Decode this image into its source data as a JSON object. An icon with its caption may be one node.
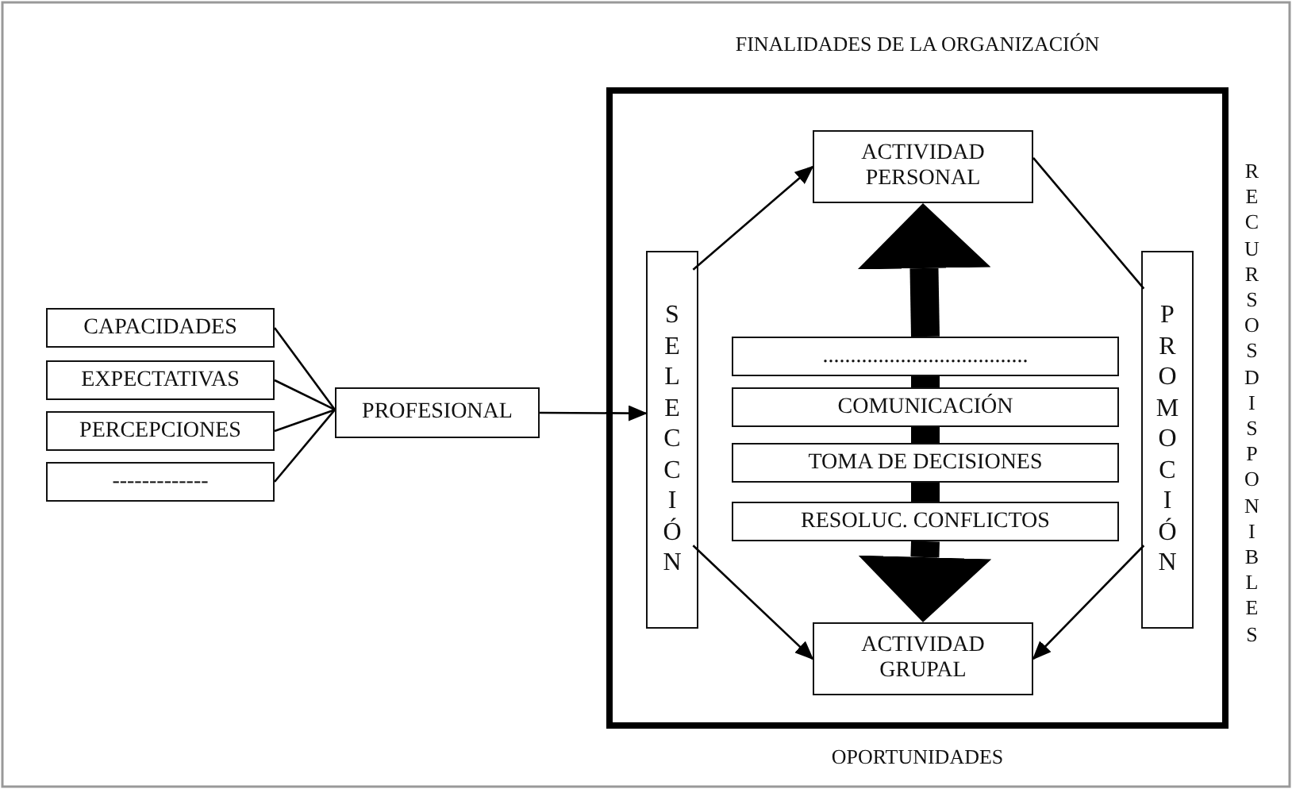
{
  "diagram": {
    "nodes": [
      {
        "text": [
          "CAPACIDADES"
        ]
      },
      {
        "text": [
          "EXPECTATIVAS"
        ]
      },
      {
        "text": [
          "PERCEPCIONES"
        ]
      },
      {
        "text": [
          "-------------"
        ]
      },
      {
        "text": [
          "PROFESIONAL"
        ]
      },
      {
        "text": [],
        "shape": "box"
      },
      {
        "text": [
          "SELECCIÓN"
        ],
        "in": 5
      },
      {
        "text": [
          "ACTIVIDAD PERSONAL"
        ],
        "in": 5
      },
      {
        "text": [
          "PROMOCIÓN"
        ],
        "in": 5
      },
      {
        "text": [
          "....................................."
        ],
        "in": 5
      },
      {
        "text": [
          "COMUNICACIÓN"
        ],
        "in": 5
      },
      {
        "text": [
          "TOMA DE DECISIONES"
        ],
        "in": 5
      },
      {
        "text": [
          "RESOLUC. CONFLICTOS"
        ],
        "in": 5
      },
      {
        "text": [
          "ACTIVIDAD GRUPAL"
        ],
        "in": 5
      }
    ],
    "edges": [
      {
        "from": 0,
        "to": 4,
        "arrow": "none"
      },
      {
        "from": 1,
        "to": 4,
        "arrow": "none"
      },
      {
        "from": 2,
        "to": 4,
        "arrow": "none"
      },
      {
        "from": 3,
        "to": 4,
        "arrow": "none"
      },
      {
        "from": 4,
        "to": 6,
        "arrow": "to"
      },
      {
        "from": 6,
        "to": 7,
        "arrow": "to"
      },
      {
        "from": 7,
        "to": 8,
        "arrow": "none"
      },
      {
        "from": 6,
        "to": 13,
        "arrow": "to"
      },
      {
        "from": 8,
        "to": 13,
        "arrow": "to"
      },
      {
        "from": 9,
        "to": 7,
        "arrow": "to",
        "style": "thick"
      },
      {
        "from": 12,
        "to": 13,
        "arrow": "to",
        "style": "thick"
      }
    ],
    "labels": [
      "FINALIDADES DE LA ORGANIZACIÓN",
      "OPORTUNIDADES",
      "RECURSOS DISPONIBLES"
    ]
  }
}
